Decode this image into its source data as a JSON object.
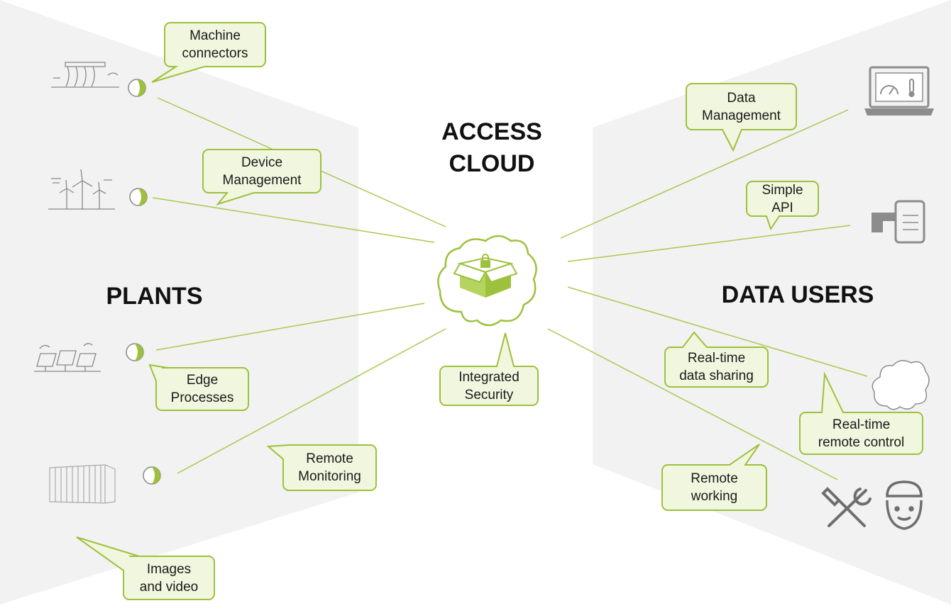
{
  "headings": {
    "center": [
      "ACCESS",
      "CLOUD"
    ],
    "left": "PLANTS",
    "right": "DATA USERS"
  },
  "callouts": {
    "machine_connectors": [
      "Machine",
      "connectors"
    ],
    "device_management": [
      "Device",
      "Management"
    ],
    "edge_processes": [
      "Edge",
      "Processes"
    ],
    "remote_monitoring": [
      "Remote",
      "Monitoring"
    ],
    "images_video": [
      "Images",
      "and video"
    ],
    "integrated_security": [
      "Integrated",
      "Security"
    ],
    "data_management": [
      "Data",
      "Management"
    ],
    "simple_api": [
      "Simple",
      "API"
    ],
    "realtime_sharing": [
      "Real-time",
      "data sharing"
    ],
    "realtime_control": [
      "Real-time",
      "remote control"
    ],
    "remote_working": [
      "Remote",
      "working"
    ]
  },
  "icons": {
    "plants": [
      "hydro-dam-icon",
      "wind-turbines-icon",
      "solar-panels-icon",
      "shipping-container-icon"
    ],
    "plant_devices": [
      "device-badge-icon"
    ],
    "center": "cloud-box-lock-icon",
    "users": [
      "laptop-dashboard-icon",
      "touch-tablet-icon",
      "cloud-icon",
      "tools-icon",
      "technician-icon"
    ]
  },
  "colors": {
    "accent": "#9dc13c",
    "accent_dark": "#7d9f2a",
    "bubble_fill": "#f1f6de",
    "panel": "#f2f2f2",
    "icon_gray": "#8c8c8c"
  }
}
